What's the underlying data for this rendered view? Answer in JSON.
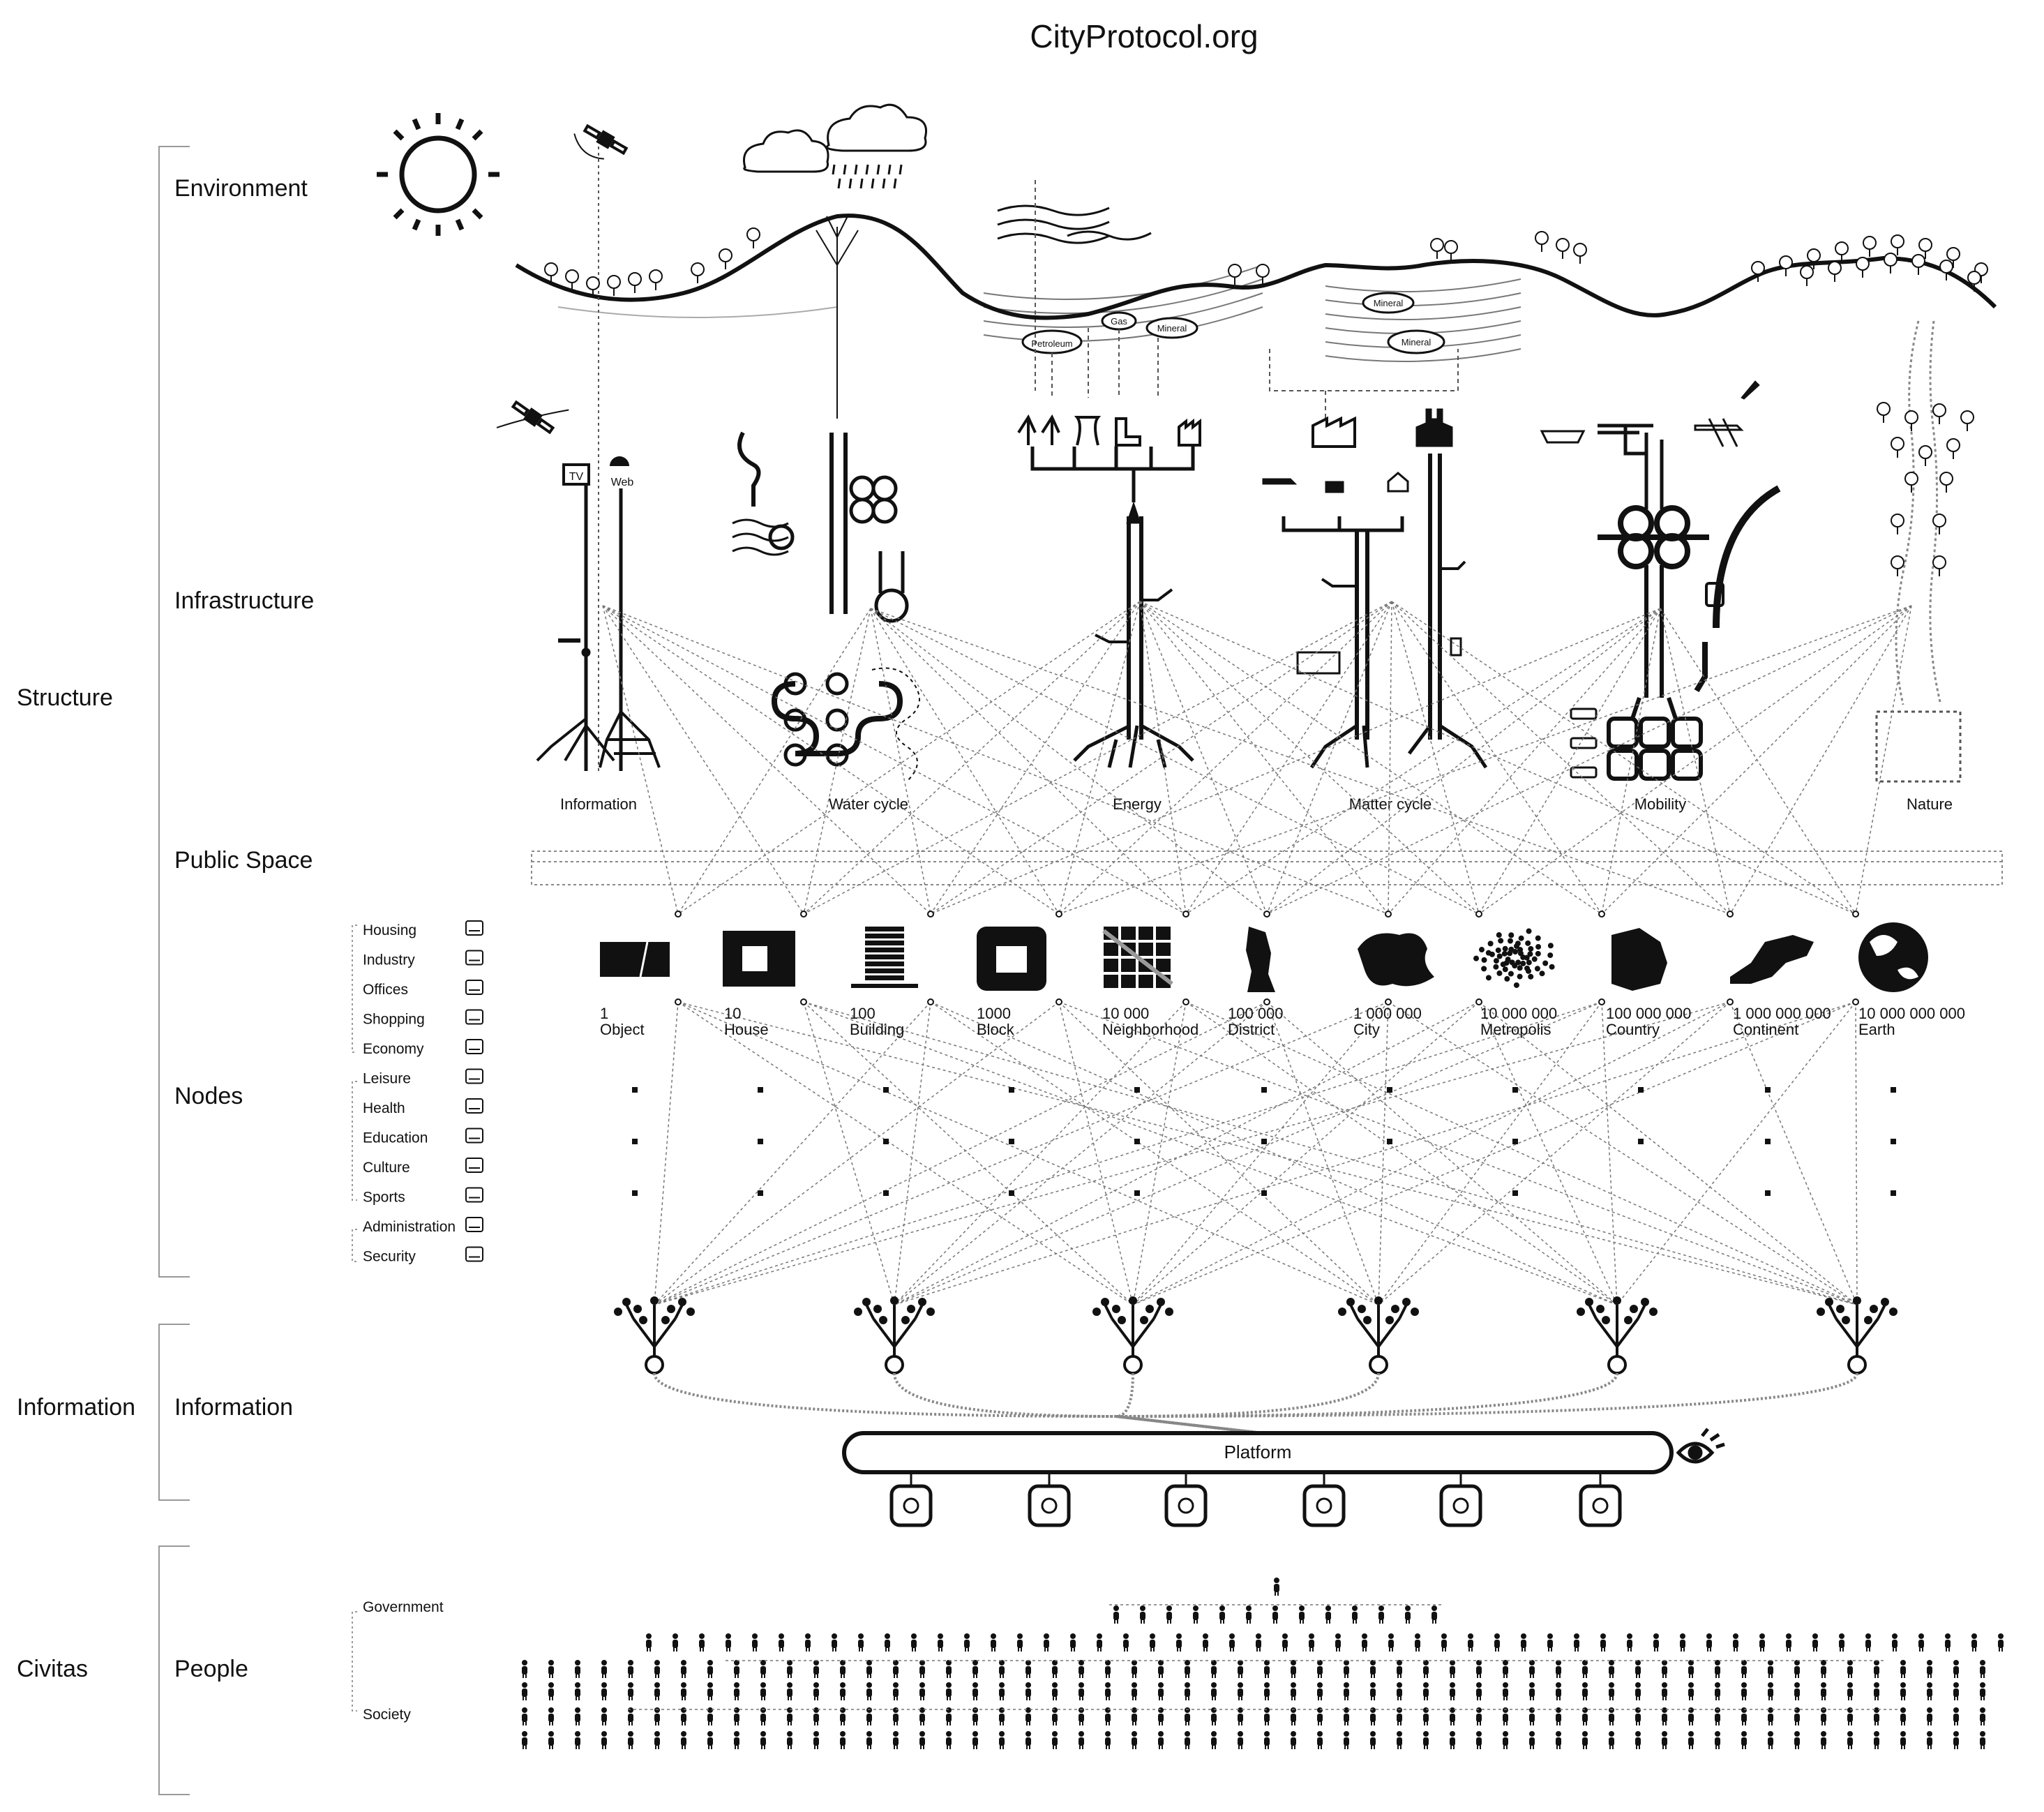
{
  "title": "CityProtocol.org",
  "sections": {
    "structure": "Structure",
    "information": "Information",
    "civitas": "Civitas"
  },
  "layers": {
    "environment": "Environment",
    "infrastructure": "Infrastructure",
    "public_space": "Public Space",
    "nodes": "Nodes",
    "information": "Information",
    "people": "People"
  },
  "infrastructure_labels": [
    "Information",
    "Water cycle",
    "Energy",
    "Matter cycle",
    "Mobility",
    "Nature"
  ],
  "infra_icon_labels": {
    "tv": "TV",
    "web": "Web"
  },
  "resource_labels": {
    "petroleum": "Petroleum",
    "gas": "Gas",
    "mineral": "Mineral"
  },
  "node_categories": [
    "Housing",
    "Industry",
    "Offices",
    "Shopping",
    "Economy",
    "Leisure",
    "Health",
    "Education",
    "Culture",
    "Sports",
    "Administration",
    "Security"
  ],
  "scales": [
    {
      "count": "1",
      "name": "Object"
    },
    {
      "count": "10",
      "name": "House"
    },
    {
      "count": "100",
      "name": "Building"
    },
    {
      "count": "1000",
      "name": "Block"
    },
    {
      "count": "10 000",
      "name": "Neighborhood"
    },
    {
      "count": "100 000",
      "name": "District"
    },
    {
      "count": "1 000 000",
      "name": "City"
    },
    {
      "count": "10 000 000",
      "name": "Metropolis"
    },
    {
      "count": "100 000 000",
      "name": "Country"
    },
    {
      "count": "1 000 000 000",
      "name": "Continent"
    },
    {
      "count": "10 000 000 000",
      "name": "Earth"
    }
  ],
  "platform_label": "Platform",
  "app_icons": [
    "transit-app-icon",
    "exchange-app-icon",
    "environment-app-icon",
    "messaging-app-icon",
    "shopping-app-icon",
    "building-app-icon"
  ],
  "people_labels": {
    "government": "Government",
    "society": "Society"
  }
}
